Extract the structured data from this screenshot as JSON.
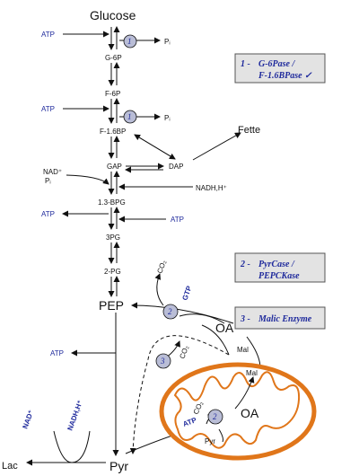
{
  "metabolites": {
    "glucose": "Glucose",
    "g6p": "G-6P",
    "f6p": "F-6P",
    "f16bp": "F-1.6BP",
    "gap": "GAP",
    "dap": "DAP",
    "bpg": "1.3-BPG",
    "pg3": "3PG",
    "pg2": "2-PG",
    "pep": "PEP",
    "oa": "OA",
    "oa_mito": "OA",
    "pyr": "Pyr",
    "pyr_mito": "Pyr",
    "lac": "Lac",
    "mal_top": "Mal",
    "mal_bottom": "Mal",
    "fette": "Fette"
  },
  "cofactors": {
    "atp_1": "ATP",
    "atp_2": "ATP",
    "atp_3": "ATP",
    "atp_4": "ATP",
    "atp_5": "ATP",
    "atp_mito": "ATP",
    "pi_1": "Pᵢ",
    "pi_2": "Pᵢ",
    "pi_3": "Pᵢ",
    "nad_plus": "NAD⁺",
    "nadh_h": "NADH,H⁺",
    "nad_plus_2": "NAD⁺",
    "nadh_h_2": "NADH,H⁺",
    "co2_1": "CO₂",
    "co2_2": "CO₂",
    "co2_mito": "CO₂",
    "gtp": "GTP"
  },
  "badges": {
    "b1a": "1",
    "b1b": "1",
    "b2a": "2",
    "b2b": "2",
    "b3": "3"
  },
  "legend": {
    "box1_num": "1 -",
    "box1_line1": "G-6Pase  /",
    "box1_line2": "F-1.6BPase ✓",
    "box2_num": "2 -",
    "box2_line1": "PyrCase  /",
    "box2_line2": "PEPCKase",
    "box3_num": "3 -",
    "box3_line1": "Malic Enzyme"
  },
  "colors": {
    "blue": "#1f2a9c",
    "mito_orange": "#e0761a",
    "box_fill": "#e3e3e3",
    "badge_fill": "#b9bdd6"
  }
}
